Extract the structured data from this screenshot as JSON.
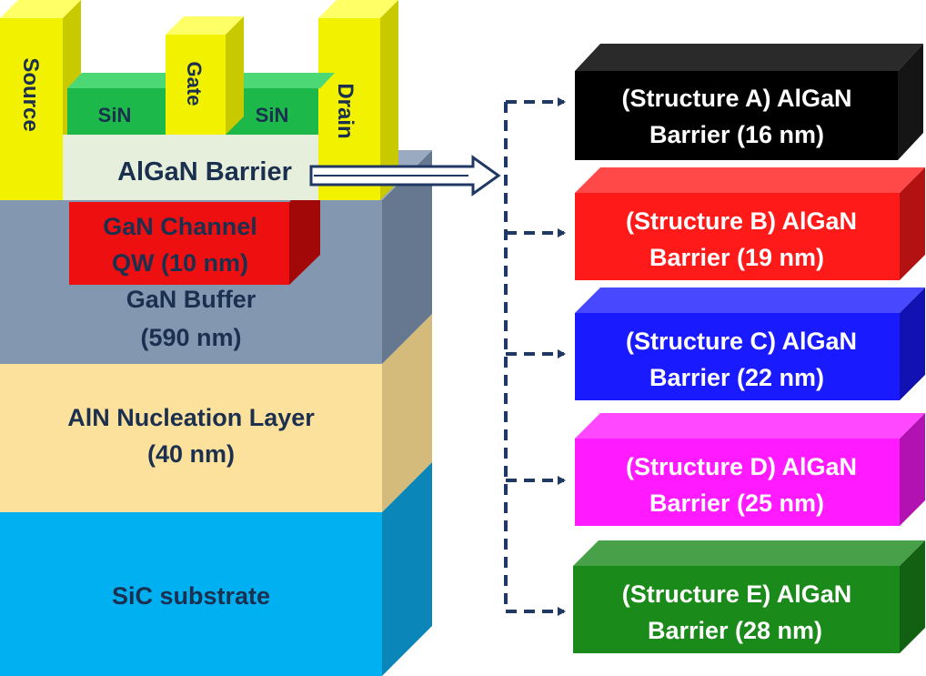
{
  "device": {
    "source": "Source",
    "gate": "Gate",
    "drain": "Drain",
    "sin_left": "SiN",
    "sin_right": "SiN",
    "barrier": "AlGaN Barrier",
    "channel_line1": "GaN Channel",
    "channel_line2": "QW (10 nm)",
    "buffer_line1": "GaN Buffer",
    "buffer_line2": "(590 nm)",
    "nucleation_line1": "AlN Nucleation Layer",
    "nucleation_line2": "(40 nm)",
    "substrate": "SiC substrate"
  },
  "structures": [
    {
      "line1": "(Structure A) AlGaN",
      "line2": "Barrier (16 nm)",
      "color": "#000000",
      "text_color": "#ffffff"
    },
    {
      "line1": "(Structure B) AlGaN",
      "line2": "Barrier (19 nm)",
      "color": "#ff1a1a",
      "text_color": "#ffffff"
    },
    {
      "line1": "(Structure C) AlGaN",
      "line2": "Barrier (22 nm)",
      "color": "#1a1aff",
      "text_color": "#ffffff"
    },
    {
      "line1": "(Structure D) AlGaN",
      "line2": "Barrier (25 nm)",
      "color": "#ff1aff",
      "text_color": "#ffffff"
    },
    {
      "line1": "(Structure E) AlGaN",
      "line2": "Barrier (28 nm)",
      "color": "#1a8a1a",
      "text_color": "#ffffff"
    }
  ],
  "colors": {
    "contact": "#f2f200",
    "sin": "#1db84a",
    "barrier": "#e6efdc",
    "channel": "#ee1010",
    "buffer": "#8497b0",
    "nucleation": "#fbe19c",
    "substrate": "#00b0f0",
    "connector": "#1f3864"
  }
}
